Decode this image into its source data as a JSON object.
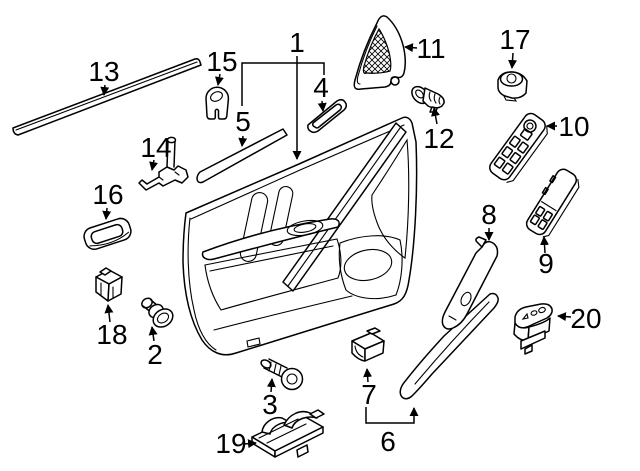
{
  "figure": {
    "background_color": "#ffffff",
    "line_color": "#000000"
  },
  "callouts": [
    {
      "label": "1"
    },
    {
      "label": "2"
    },
    {
      "label": "3"
    },
    {
      "label": "4"
    },
    {
      "label": "5"
    },
    {
      "label": "6"
    },
    {
      "label": "7"
    },
    {
      "label": "8"
    },
    {
      "label": "9"
    },
    {
      "label": "10"
    },
    {
      "label": "11"
    },
    {
      "label": "12"
    },
    {
      "label": "13"
    },
    {
      "label": "14"
    },
    {
      "label": "15"
    },
    {
      "label": "16"
    },
    {
      "label": "17"
    },
    {
      "label": "18"
    },
    {
      "label": "19"
    },
    {
      "label": "20"
    }
  ]
}
